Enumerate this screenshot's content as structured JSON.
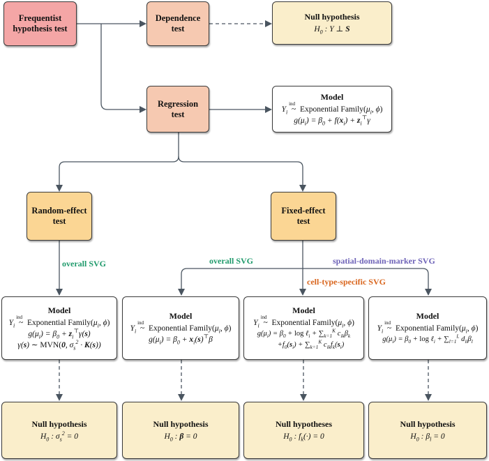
{
  "boxes": {
    "frequentist": "Frequentist hypothesis test",
    "dependence": "Dependence test",
    "regression": "Regression test",
    "random_effect": "Random-effect test",
    "fixed_effect": "Fixed-effect test"
  },
  "null_top": {
    "title": "Null hypothesis",
    "formula": "H0 : Y ⊥ S"
  },
  "model_top": {
    "title": "Model",
    "line1": "Yi ~ind Exponential Family(μi, φ)",
    "line2": "g(μi) = β0 + f(xi) + ziᵀγ"
  },
  "edge_labels": {
    "random_overall": "overall SVG",
    "fixed_overall": "overall SVG",
    "spatial_domain_marker": "spatial-domain-marker SVG",
    "cell_type_specific": "cell-type-specific SVG"
  },
  "models": [
    {
      "title": "Model",
      "lines": [
        "Yi ~ind Exponential Family(μi, φ)",
        "g(μi) = β0 + ziᵀγ(s)",
        "γ(s) ~ MVN(0, σs² · K(s))"
      ]
    },
    {
      "title": "Model",
      "lines": [
        "Yi ~ind Exponential Family(μi, φ)",
        "g(μi) = β0 + xi(s)ᵀβ"
      ]
    },
    {
      "title": "Model",
      "lines": [
        "Yi ~ind Exponential Family(μi, φ)",
        "g(μi) = β0 + log ℓi + Σk=1..K cik βk",
        "+f0(si) + Σk=1..K cik fk(si)"
      ]
    },
    {
      "title": "Model",
      "lines": [
        "Yi ~ind Exponential Family(μi, φ)",
        "g(μi) = β0 + log ℓi + Σl=1..L dil βl"
      ]
    }
  ],
  "nulls": [
    {
      "title": "Null hypothesis",
      "formula": "H0 : σs² = 0"
    },
    {
      "title": "Null hypothesis",
      "formula": "H0 : β = 0"
    },
    {
      "title": "Null hypotheses",
      "formula": "H0 : fk(·) = 0"
    },
    {
      "title": "Null hypothesis",
      "formula": "H0 : βl = 0"
    }
  ],
  "colors": {
    "frequentist": "#f4a6a6",
    "test_salmon": "#f6c9b1",
    "test_orange": "#fbd694",
    "null_cream": "#faeecb",
    "label_green": "#1f9a6b",
    "label_purple": "#6e63b8",
    "label_orange": "#d9651d"
  }
}
